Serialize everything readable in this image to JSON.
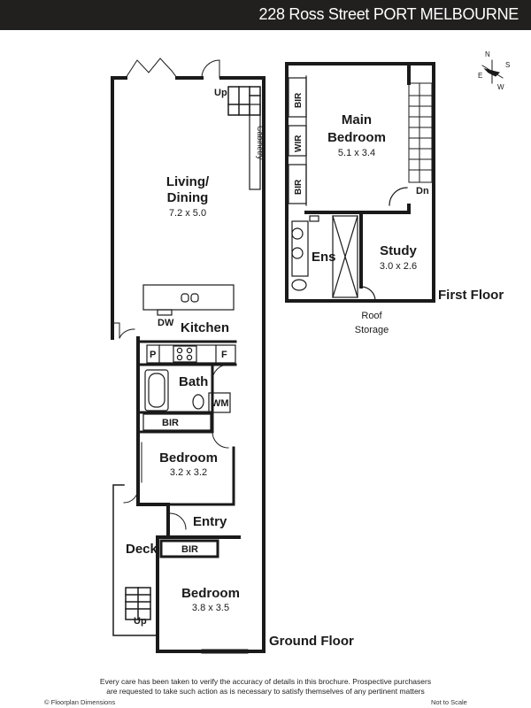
{
  "header": {
    "title": "228 Ross Street PORT MELBOURNE"
  },
  "compass": {
    "n": "N",
    "e": "E",
    "s": "S",
    "w": "W"
  },
  "ground_floor": {
    "label": "Ground Floor",
    "living": {
      "name_line1": "Living/",
      "name_line2": "Dining",
      "dims": "7.2 x 5.0"
    },
    "cabinetry": "Cabinetry",
    "up_stair": "Up",
    "kitchen": "Kitchen",
    "dw": "DW",
    "pantry": "P",
    "fridge": "F",
    "bath": "Bath",
    "wm": "WM",
    "bir_1": "BIR",
    "bedroom_1": {
      "name": "Bedroom",
      "dims": "3.2 x 3.2"
    },
    "entry": "Entry",
    "deck": "Deck",
    "deck_up": "Up",
    "bir_2": "BIR",
    "bedroom_2": {
      "name": "Bedroom",
      "dims": "3.8 x 3.5"
    }
  },
  "first_floor": {
    "label": "First Floor",
    "main_bedroom": {
      "name_line1": "Main",
      "name_line2": "Bedroom",
      "dims": "5.1 x 3.4"
    },
    "bir_top": "BIR",
    "wir": "WIR",
    "bir_bottom": "BIR",
    "ens": "Ens",
    "study": {
      "name": "Study",
      "dims": "3.0 x 2.6"
    },
    "dn": "Dn",
    "roof_storage_line1": "Roof",
    "roof_storage_line2": "Storage"
  },
  "footer": {
    "disclaimer_line1": "Every care has been taken to verify the accuracy of details in this brochure. Prospective purchasers",
    "disclaimer_line2": "are requested to take such action as is necessary to satisfy themselves of any pertinent matters",
    "copyright": "© Floorplan Dimensions",
    "scale_note": "Not to Scale"
  }
}
